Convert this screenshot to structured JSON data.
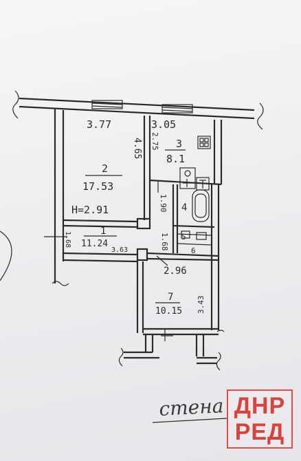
{
  "plan": {
    "top_width_left": "3.77",
    "top_width_right": "3.05",
    "rooms": [
      {
        "number": "1",
        "area": "11.24"
      },
      {
        "number": "2",
        "area": "17.53"
      },
      {
        "number": "3",
        "area": "8.1"
      },
      {
        "number": "4",
        "area": ""
      },
      {
        "number": "5",
        "area": ""
      },
      {
        "number": "6",
        "area": ""
      },
      {
        "number": "7",
        "area": "10.15"
      }
    ],
    "ceiling_height": "H=2.91",
    "dims": {
      "room2_side": "4.65",
      "room3_side": "2.75",
      "room1_side": "1.68",
      "corridor_len": "3.63",
      "wc_side": "1.68",
      "bath_side": "1.90",
      "room7_width": "2.96",
      "room7_side": "3.43"
    },
    "handwriting": "стена"
  },
  "logo": {
    "line1": "ДНР",
    "line2": "РЕД",
    "color": "#d7433d"
  }
}
